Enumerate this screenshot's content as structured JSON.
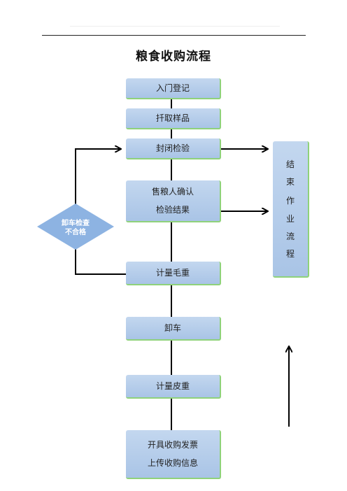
{
  "title": "粮食收购流程",
  "steps": {
    "register": "入门登记",
    "sample": "扦取样品",
    "seal_inspect": "封闭检验",
    "confirm_line1": "售粮人确认",
    "confirm_line2": "检验结果",
    "gross_weight": "计量毛重",
    "unload": "卸车",
    "tare_weight": "计量皮重",
    "invoice_line1": "开具收购发票",
    "invoice_line2": "上传收购信息"
  },
  "end_box": {
    "chars": [
      "结",
      "束",
      "作",
      "业",
      "流",
      "程"
    ]
  },
  "decision": {
    "line1": "卸车检查",
    "line2": "不合格"
  },
  "colors": {
    "box_fill": "#b4cdea",
    "box_shadow": "#8fd27a",
    "diamond_fill": "#8db3e2",
    "line": "#000000"
  }
}
